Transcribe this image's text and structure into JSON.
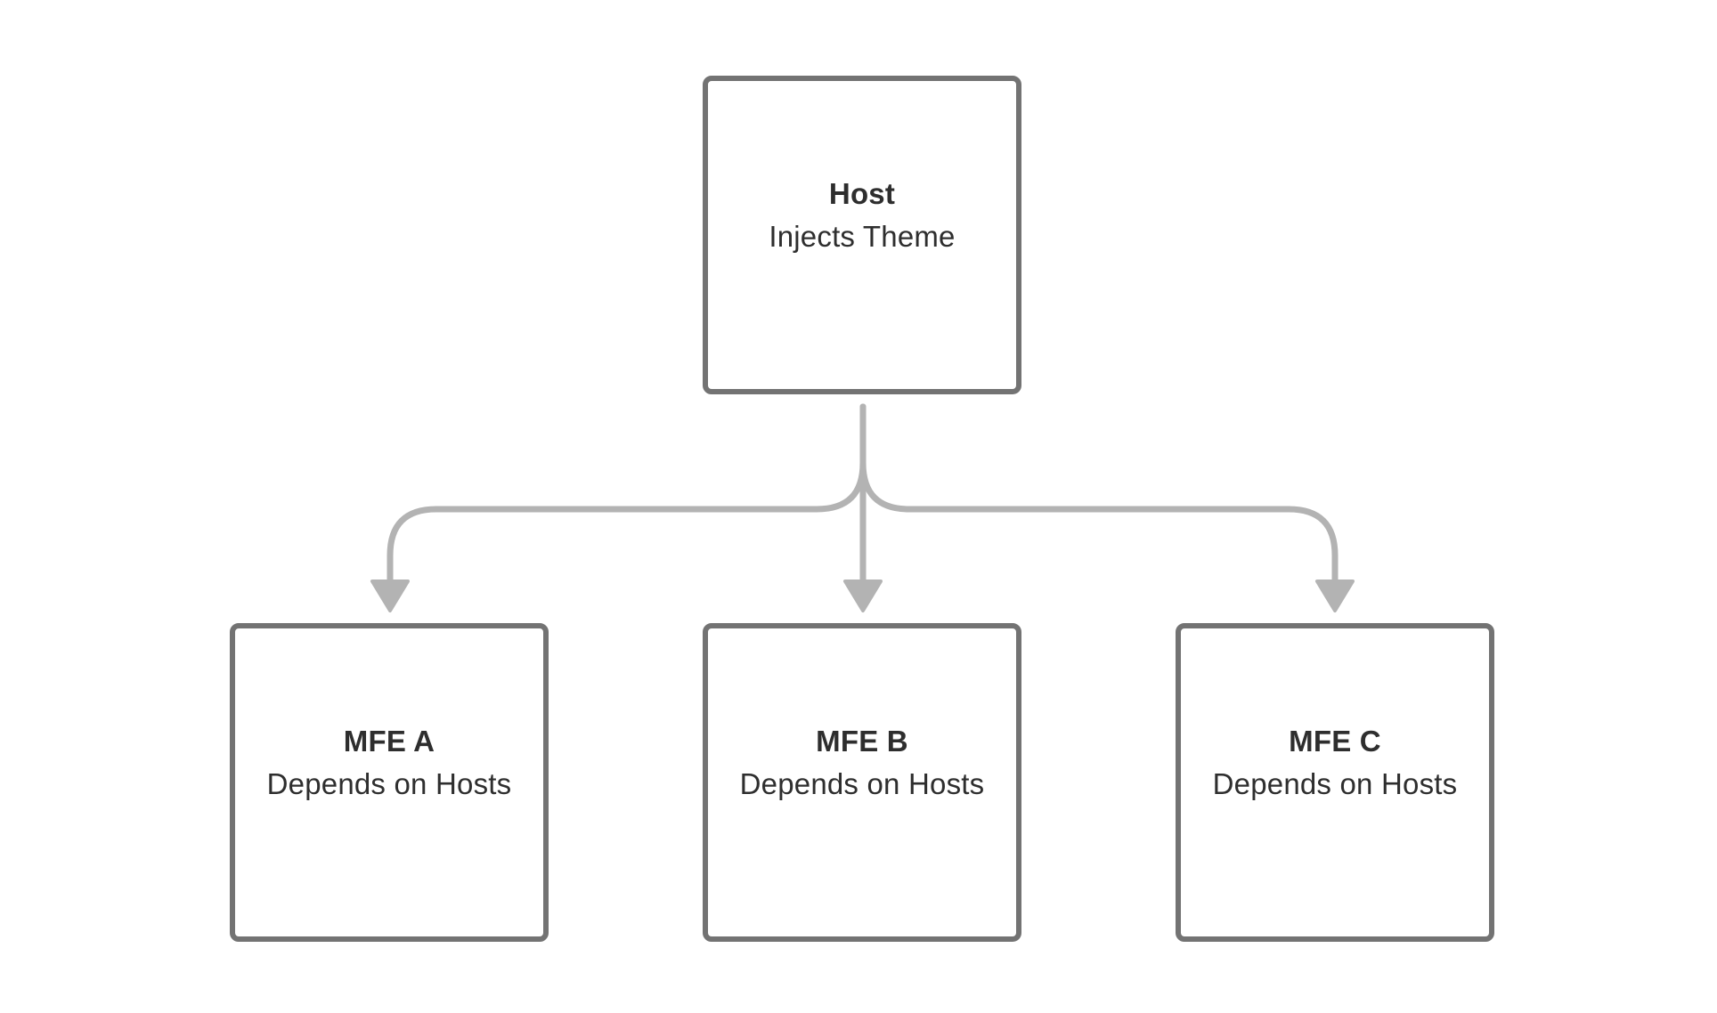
{
  "colors": {
    "node_border": "#737373",
    "connector": "#b3b3b3",
    "text": "#2e2e2e",
    "background": "#ffffff"
  },
  "nodes": {
    "host": {
      "title": "Host",
      "subtitle": "Injects Theme"
    },
    "mfe_a": {
      "title": "MFE A",
      "subtitle": "Depends on Hosts"
    },
    "mfe_b": {
      "title": "MFE B",
      "subtitle": "Depends on Hosts"
    },
    "mfe_c": {
      "title": "MFE C",
      "subtitle": "Depends on Hosts"
    }
  },
  "edges": [
    {
      "from": "host",
      "to": "mfe_a"
    },
    {
      "from": "host",
      "to": "mfe_b"
    },
    {
      "from": "host",
      "to": "mfe_c"
    }
  ]
}
